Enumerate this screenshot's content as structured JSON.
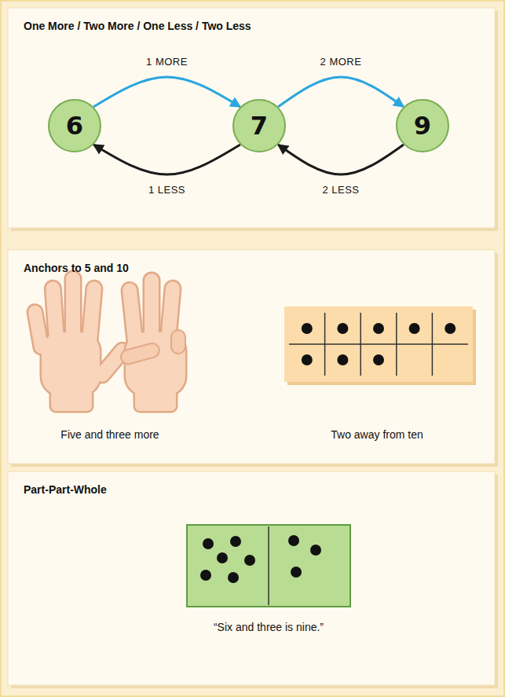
{
  "diagram": {
    "nodes": [
      {
        "text": [
          "One More / Two More / One Less / Two Less"
        ]
      },
      {
        "text": [
          "6"
        ],
        "in": 0
      },
      {
        "text": [
          "7"
        ],
        "in": 0
      },
      {
        "text": [
          "9"
        ],
        "in": 0
      },
      {
        "text": [
          "Anchors to 5 and 10"
        ]
      },
      {
        "text": [
          "Part-Part-Whole"
        ]
      }
    ],
    "edges": [
      {
        "from": 1,
        "to": 2,
        "arrow": "to",
        "label": "1 MORE"
      },
      {
        "from": 2,
        "to": 3,
        "arrow": "to",
        "label": "2 MORE"
      },
      {
        "from": 2,
        "to": 1,
        "arrow": "to",
        "label": "1 LESS"
      },
      {
        "from": 3,
        "to": 2,
        "arrow": "to",
        "label": "2 LESS"
      }
    ],
    "labels": [
      "Five and three more",
      "Two away from ten",
      "“Six and three is nine.”"
    ]
  }
}
